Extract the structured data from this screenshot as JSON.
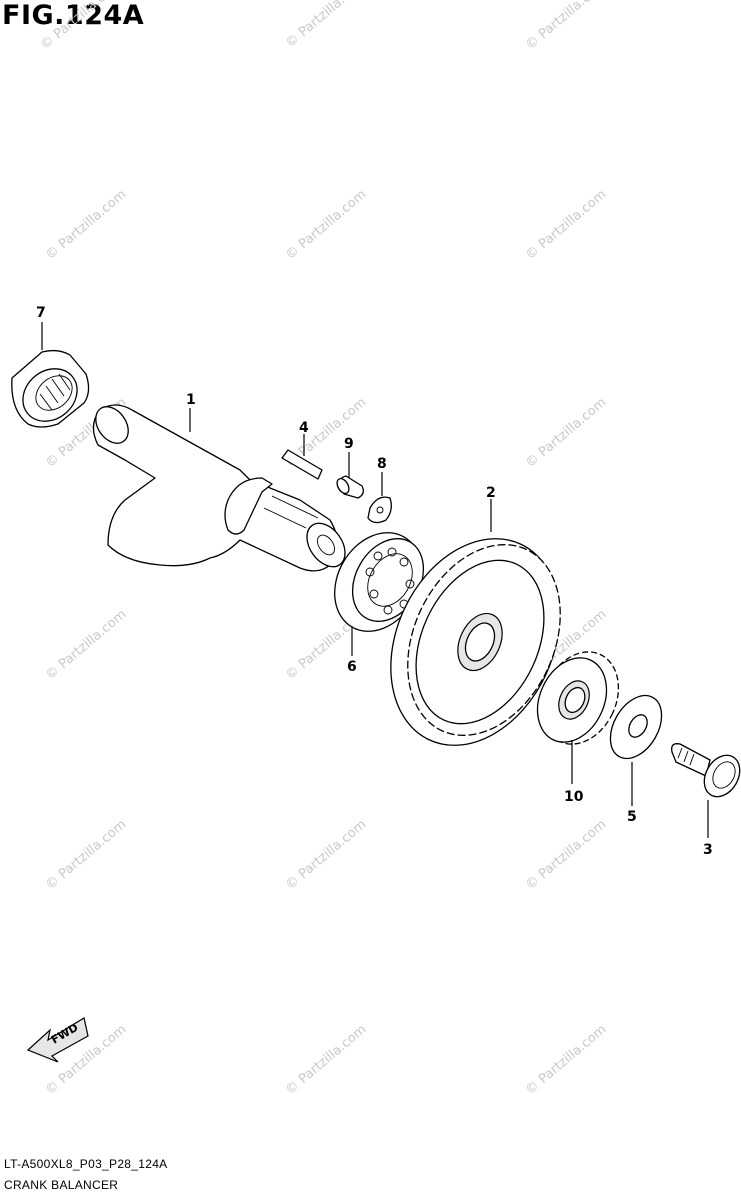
{
  "figure": {
    "title": "FIG.124A",
    "reference_code": "LT-A500XL8_P03_P28_124A",
    "section_name": "CRANK BALANCER"
  },
  "watermark": {
    "text": "© Partzilla.com",
    "color": "#c8c8c8"
  },
  "direction_arrow": {
    "label": "FWD"
  },
  "callouts": [
    {
      "id": 1,
      "label": "1",
      "part": "balancer-shaft"
    },
    {
      "id": 2,
      "label": "2",
      "part": "balancer-driven-gear"
    },
    {
      "id": 3,
      "label": "3",
      "part": "flange-bolt"
    },
    {
      "id": 4,
      "label": "4",
      "part": "key"
    },
    {
      "id": 5,
      "label": "5",
      "part": "washer"
    },
    {
      "id": 6,
      "label": "6",
      "part": "ball-bearing"
    },
    {
      "id": 7,
      "label": "7",
      "part": "needle-bearing"
    },
    {
      "id": 8,
      "label": "8",
      "part": "lock-washer"
    },
    {
      "id": 9,
      "label": "9",
      "part": "screw"
    },
    {
      "id": 10,
      "label": "10",
      "part": "scissor-gear"
    }
  ]
}
